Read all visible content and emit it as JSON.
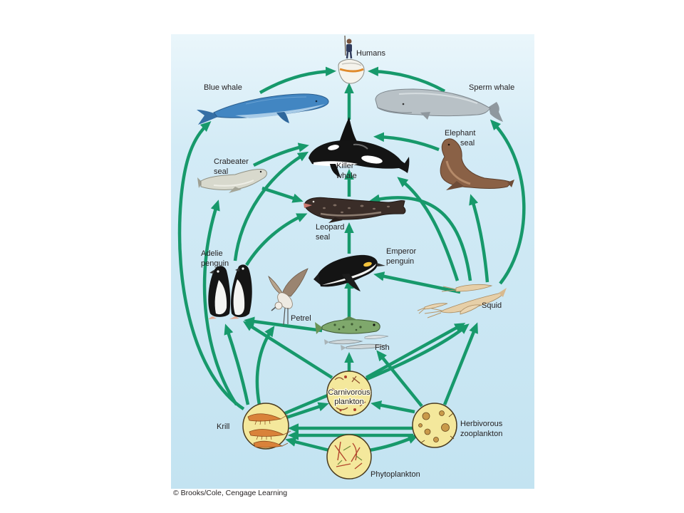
{
  "labels": {
    "humans": "Humans",
    "blue_whale": "Blue whale",
    "sperm_whale": "Sperm whale",
    "killer_whale": [
      "Killer",
      "whale"
    ],
    "elephant_seal": [
      "Elephant",
      "seal"
    ],
    "crabeater_seal": [
      "Crabeater",
      "seal"
    ],
    "leopard_seal": [
      "Leopard",
      "seal"
    ],
    "emperor_penguin": [
      "Emperor",
      "penguin"
    ],
    "adelie_penguin": [
      "Adelie",
      "penguin"
    ],
    "petrel": "Petrel",
    "squid": "Squid",
    "fish": "Fish",
    "carnivorous_plankton": [
      "Carnivorous",
      "plankton"
    ],
    "krill": "Krill",
    "herbivorous_zooplankton": [
      "Herbivorous",
      "zooplankton"
    ],
    "phytoplankton": "Phytoplankton"
  },
  "copyright": "© Brooks/Cole, Cengage Learning",
  "colors": {
    "arrow": "#17996b",
    "panel_top": "#eaf6fb",
    "panel_bottom": "#c3e3f1",
    "plankton_fill": "#f4e89c",
    "label_text": "#231f20"
  }
}
